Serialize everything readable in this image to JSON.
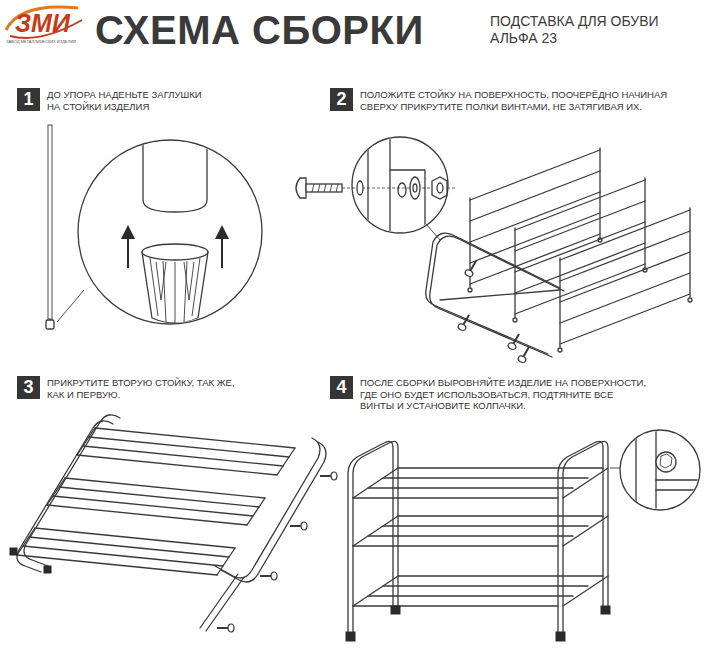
{
  "diagram": {
    "title": "СХЕМА СБОРКИ",
    "nodes": [
      {
        "text": [
          "ЗМИ",
          "ЗАВОД МЕТАЛЛИЧЕСКИХ ИЗДЕЛИЙ"
        ]
      },
      {
        "text": [
          "1",
          "ДО УПОРА НАДЕНЬТЕ ЗАГЛУШКИ НА СТОЙКИ ИЗДЕЛИЯ"
        ]
      },
      {
        "text": [
          "2",
          "ПОЛОЖИТЕ СТОЙКУ НА ПОВЕРХНОСТЬ, ПООЧЕРЁДНО НАЧИНАЯ СВЕРХУ ПРИКРУТИТЕ ПОЛКИ ВИНТАМИ, НЕ ЗАТЯГИВАЯ ИХ."
        ]
      },
      {
        "text": [
          "3",
          "ПРИКРУТИТЕ ВТОРУЮ СТОЙКУ, ТАК ЖЕ, КАК И ПЕРВУЮ."
        ]
      },
      {
        "text": [
          "4",
          "ПОСЛЕ СБОРКИ ВЫРОВНЯЙТЕ ИЗДЕЛИЕ НА ПОВЕРХНОСТИ, ГДЕ ОНО БУДЕТ ИСПОЛЬЗОВАТЬСЯ, ПОДТЯНИТЕ ВСЕ ВИНТЫ И УСТАНОВИТЕ КОЛПАЧКИ."
        ]
      }
    ],
    "labels": [
      "ПОДСТАВКА ДЛЯ ОБУВИ АЛЬФА 23"
    ]
  }
}
